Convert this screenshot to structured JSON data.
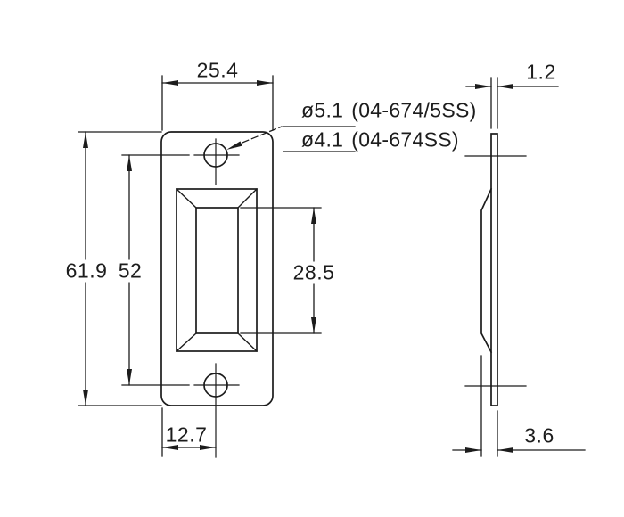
{
  "drawing": {
    "front_view": {
      "width": "25.4",
      "overall_height": "61.9",
      "hole_spacing": "52",
      "opening_height": "28.5",
      "hole_edge_offset": "12.7",
      "hole_notes": [
        {
          "diameter": "ø5.1",
          "part_number": "(04-674/5SS)"
        },
        {
          "diameter": "ø4.1",
          "part_number": "(04-674SS)"
        }
      ]
    },
    "side_view": {
      "thickness": "1.2",
      "overall_depth": "3.6"
    },
    "colors": {
      "line": "#1c1c1c",
      "background": "#ffffff"
    }
  }
}
